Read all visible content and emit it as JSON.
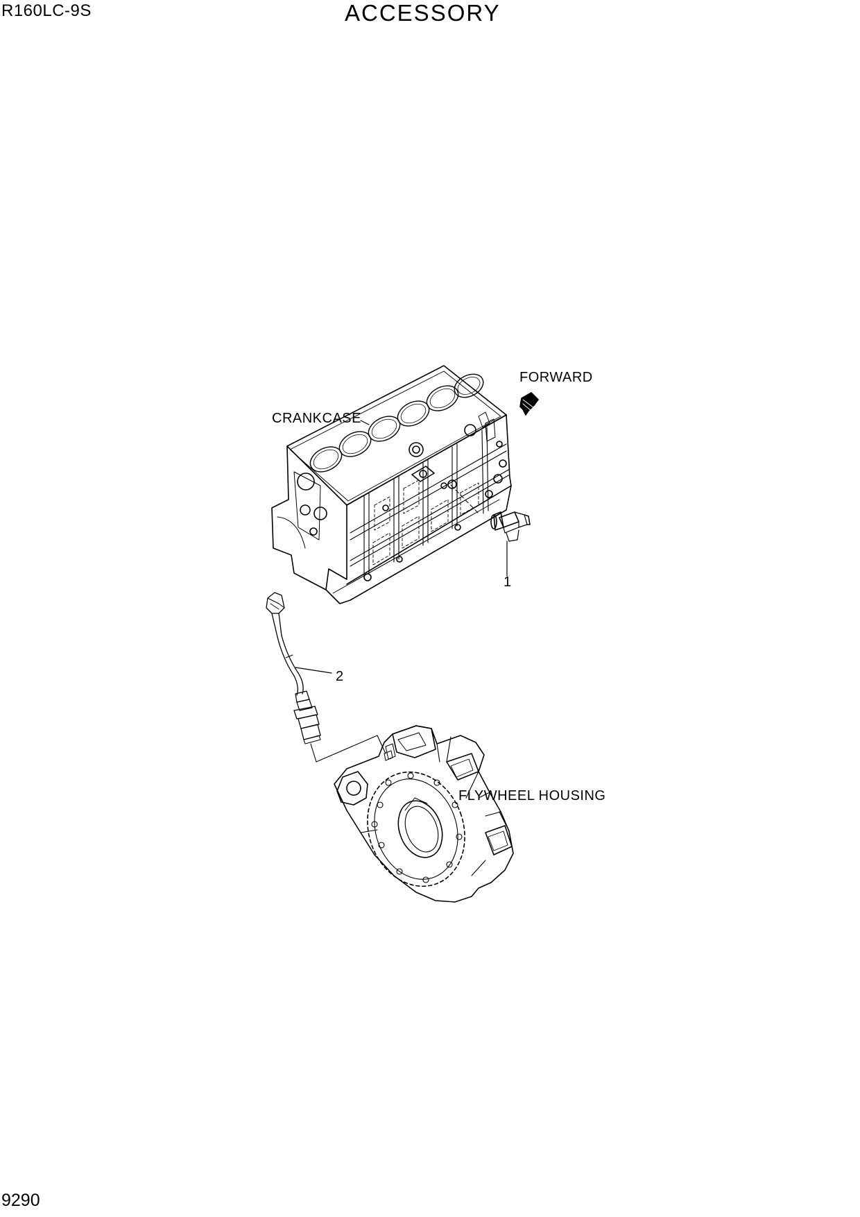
{
  "header": {
    "model": "R160LC-9S",
    "title": "ACCESSORY"
  },
  "footer": {
    "page_number": "9290"
  },
  "labels": {
    "forward": "FORWARD",
    "crankcase": "CRANKCASE",
    "flywheel_housing": "FLYWHEEL HOUSING"
  },
  "callouts": {
    "item_1": "1",
    "item_2": "2"
  }
}
